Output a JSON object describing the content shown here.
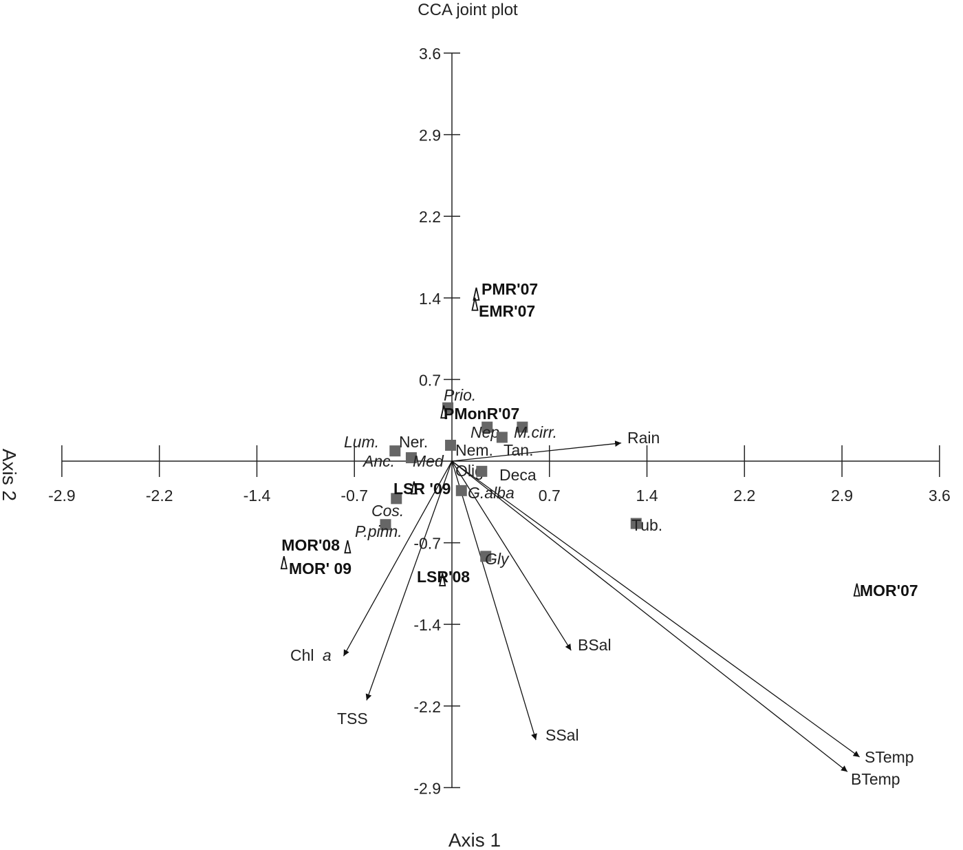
{
  "chart_data": {
    "type": "scatter",
    "title": "CCA joint plot",
    "xlabel": "Axis 1",
    "ylabel": "Axis 2",
    "xlim": [
      -2.88,
      3.6
    ],
    "ylim": [
      -2.88,
      3.6
    ],
    "x_ticks": [
      "-2.9",
      "-2.2",
      "-1.4",
      "-0.7",
      "0.7",
      "1.4",
      "2.2",
      "2.9",
      "3.6"
    ],
    "x_tick_values": [
      -2.88,
      -2.16,
      -1.44,
      -0.72,
      0.72,
      1.44,
      2.16,
      2.88,
      3.6
    ],
    "y_ticks": [
      "3.6",
      "2.9",
      "2.2",
      "1.4",
      "0.7",
      "-0.7",
      "-1.4",
      "-2.2",
      "-2.9"
    ],
    "y_tick_values": [
      3.6,
      2.88,
      2.16,
      1.44,
      0.72,
      -0.72,
      -1.44,
      -2.16,
      -2.88
    ],
    "grid": false,
    "species_color": "#666666",
    "species": [
      {
        "label": "Prio.",
        "x": -0.03,
        "y": 0.47,
        "italic": true
      },
      {
        "label": "Nep",
        "x": 0.26,
        "y": 0.3,
        "italic": true
      },
      {
        "label": "M.cirr.",
        "x": 0.52,
        "y": 0.3,
        "italic": true
      },
      {
        "label": "Tan.",
        "x": 0.37,
        "y": 0.21,
        "italic": false
      },
      {
        "label": "Nem.",
        "x": -0.01,
        "y": 0.14,
        "italic": false
      },
      {
        "label": "Olig.",
        "x": 0.02,
        "y": 0.03,
        "italic": false
      },
      {
        "label": "Ner.",
        "x": -0.3,
        "y": 0.05,
        "italic": false
      },
      {
        "label": "Lum.",
        "x": -0.42,
        "y": 0.09,
        "italic": true
      },
      {
        "label": "Med",
        "x": -0.3,
        "y": 0.03,
        "italic": true
      },
      {
        "label": "Anc.",
        "x": -0.32,
        "y": -0.01,
        "italic": true
      },
      {
        "label": "Deca",
        "x": 0.22,
        "y": -0.09,
        "italic": false
      },
      {
        "label": "G.alba",
        "x": 0.07,
        "y": -0.26,
        "italic": true
      },
      {
        "label": "Cos.",
        "x": -0.41,
        "y": -0.33,
        "italic": true
      },
      {
        "label": "P.pinn.",
        "x": -0.49,
        "y": -0.56,
        "italic": true
      },
      {
        "label": "Gly",
        "x": 0.25,
        "y": -0.84,
        "italic": true
      },
      {
        "label": "Tub.",
        "x": 1.36,
        "y": -0.55,
        "italic": false
      }
    ],
    "sites": [
      {
        "label": "PMR'07",
        "x": 0.18,
        "y": 1.47
      },
      {
        "label": "EMR'07",
        "x": 0.17,
        "y": 1.38
      },
      {
        "label": "PMonR'07",
        "x": -0.06,
        "y": 0.43
      },
      {
        "label": "LSR '09",
        "x": -0.28,
        "y": -0.24
      },
      {
        "label": "MOR'08",
        "x": -0.77,
        "y": -0.76
      },
      {
        "label": "MOR' 09",
        "x": -1.24,
        "y": -0.9
      },
      {
        "label": "LSR'08",
        "x": -0.07,
        "y": -1.05
      },
      {
        "label": "MOR'07",
        "x": 2.99,
        "y": -1.14
      }
    ],
    "environmental_vectors": [
      {
        "label": "Rain",
        "x": 1.25,
        "y": 0.16
      },
      {
        "label": "Chl ",
        "label_italic": "a",
        "x": -0.8,
        "y": -1.72
      },
      {
        "label": "TSS",
        "x": -0.63,
        "y": -2.11
      },
      {
        "label": "BSal",
        "x": 0.88,
        "y": -1.67
      },
      {
        "label": "SSal",
        "x": 0.62,
        "y": -2.46
      },
      {
        "label": "STemp",
        "x": 3.01,
        "y": -2.61
      },
      {
        "label": "BTemp",
        "x": 2.92,
        "y": -2.74
      }
    ]
  }
}
